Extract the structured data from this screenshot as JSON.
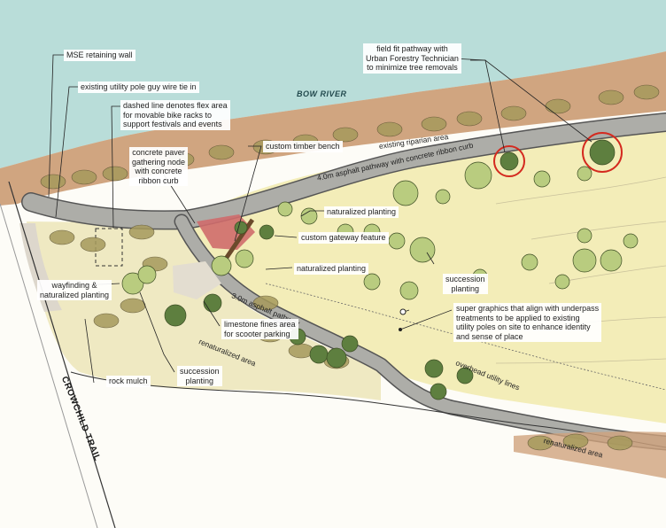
{
  "water_label": "BOW RIVER",
  "road_label": "CROWCHILD TRAIL",
  "path_labels": {
    "riverside_path": "4.0m asphalt pathway with concrete ribbon curb",
    "inner_path": "3.0m asphalt pathway",
    "riparian": "existing riparian area",
    "renaturalized_west": "renaturalized area",
    "renaturalized_east": "renaturalized area",
    "utility_lines": "overhead utility lines"
  },
  "callouts": {
    "mse_wall": "MSE retaining wall",
    "guy_wire": "existing utility pole guy wire tie in",
    "flex_area": [
      "dashed line denotes flex area",
      "for movable bike racks to",
      "support festivals and events"
    ],
    "paver_node": [
      "concrete paver",
      "gathering node",
      "with concrete",
      "ribbon curb"
    ],
    "timber_bench": "custom timber bench",
    "naturalized_1": "naturalized planting",
    "gateway": "custom gateway feature",
    "naturalized_2": "naturalized planting",
    "field_fit": [
      "field fit pathway with",
      "Urban Forestry Technician",
      "to minimize tree removals"
    ],
    "succession_east": [
      "succession",
      "planting"
    ],
    "super_graphics": [
      "super graphics that align with underpass",
      "treatments to be applied to existing",
      "utility poles on site to enhance identity",
      "and sense of place"
    ],
    "wayfinding": [
      "wayfinding &",
      "naturalized planting"
    ],
    "limestone": [
      "limestone fines area",
      "for scooter parking"
    ],
    "rock_mulch": "rock mulch",
    "succession_south": [
      "succession",
      "planting"
    ]
  },
  "colors": {
    "river": "#b7dcd9",
    "riverbank": "#c9946a",
    "pathway": "#a9a9a4",
    "meadow": "#f2ecb6",
    "tree_dark": "#5e7f3f",
    "tree_light": "#b9cc7f",
    "shrub": "#a69a5c",
    "paver": "#cf6a6a",
    "highlight_ring": "#d42a1f"
  }
}
